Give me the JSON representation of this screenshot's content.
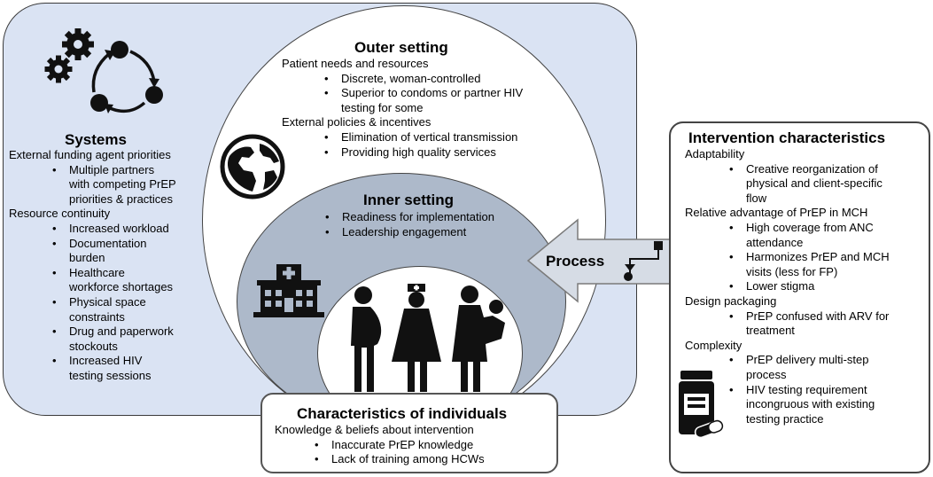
{
  "systems": {
    "title": "Systems",
    "heading1": "External funding agent priorities",
    "bullets1": [
      "Multiple partners\nwith competing PrEP\npriorities & practices"
    ],
    "heading2": "Resource continuity",
    "bullets2": [
      "Increased workload",
      "Documentation\nburden",
      "Healthcare\nworkforce shortages",
      "Physical space\nconstraints",
      "Drug and paperwork\nstockouts",
      "Increased HIV\ntesting sessions"
    ]
  },
  "outer": {
    "title": "Outer setting",
    "heading1": "Patient needs and resources",
    "bullets1": [
      "Discrete, woman-controlled",
      "Superior to condoms or partner HIV\ntesting for some"
    ],
    "heading2": "External policies & incentives",
    "bullets2": [
      "Elimination of vertical transmission",
      "Providing high quality services"
    ]
  },
  "inner": {
    "title": "Inner setting",
    "bullets": [
      "Readiness for implementation",
      "Leadership engagement"
    ]
  },
  "individuals": {
    "title": "Characteristics of individuals",
    "heading": "Knowledge & beliefs about intervention",
    "bullets": [
      "Inaccurate PrEP knowledge",
      "Lack of training among HCWs"
    ]
  },
  "process": {
    "label": "Process"
  },
  "intervention": {
    "title": "Intervention characteristics",
    "sections": [
      {
        "heading": "Adaptability",
        "bullets": [
          "Creative reorganization of\nphysical and client-specific\nflow"
        ]
      },
      {
        "heading": "Relative advantage of PrEP in MCH",
        "bullets": [
          "High coverage from ANC\nattendance",
          "Harmonizes PrEP and MCH\nvisits (less for FP)",
          "Lower stigma"
        ]
      },
      {
        "heading": "Design packaging",
        "bullets": [
          "PrEP confused with ARV for\ntreatment"
        ]
      },
      {
        "heading": "Complexity",
        "bullets": [
          "PrEP delivery multi-step\nprocess",
          "HIV testing requirement\nincongruous with existing\ntesting practice"
        ]
      }
    ]
  },
  "icons": {
    "systems": "gears-cycle-icon",
    "outer": "globe-icon",
    "inner": "hospital-icon",
    "people": "pregnant-woman-nurse-mother-child-icon",
    "process": "process-flow-icon",
    "intervention": "pill-bottle-icon"
  }
}
